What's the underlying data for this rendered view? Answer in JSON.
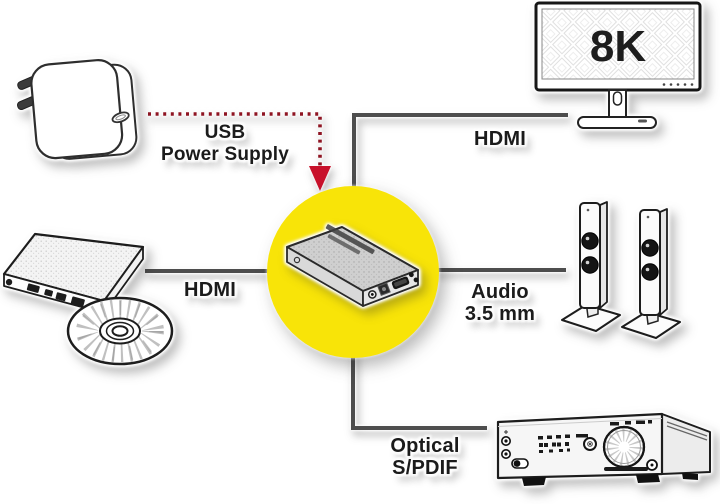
{
  "labels": {
    "usb_power": {
      "line1": "USB",
      "line2": "Power Supply"
    },
    "hdmi_display": "HDMI",
    "hdmi_source": "HDMI",
    "audio": {
      "line1": "Audio",
      "line2": "3.5 mm"
    },
    "optical": {
      "line1": "Optical",
      "line2": "S/PDIF"
    }
  },
  "devices": {
    "monitor": {
      "screen_label": "8K",
      "icon": "monitor-8k-icon"
    },
    "power_adapter": {
      "icon": "usb-power-adapter-icon"
    },
    "dvd_player": {
      "icon": "dvd-player-icon"
    },
    "speakers": {
      "icon": "tower-speakers-icon"
    },
    "amplifier": {
      "icon": "av-receiver-icon"
    },
    "extractor": {
      "icon": "audio-extractor-icon"
    }
  },
  "colors": {
    "background": "#ffffff",
    "highlight_circle": "#F8E408",
    "connector_line": "#4d4d4d",
    "power_dotted": "#8e1422",
    "arrow_red": "#c8112b",
    "label_text": "#1b1b1b"
  }
}
